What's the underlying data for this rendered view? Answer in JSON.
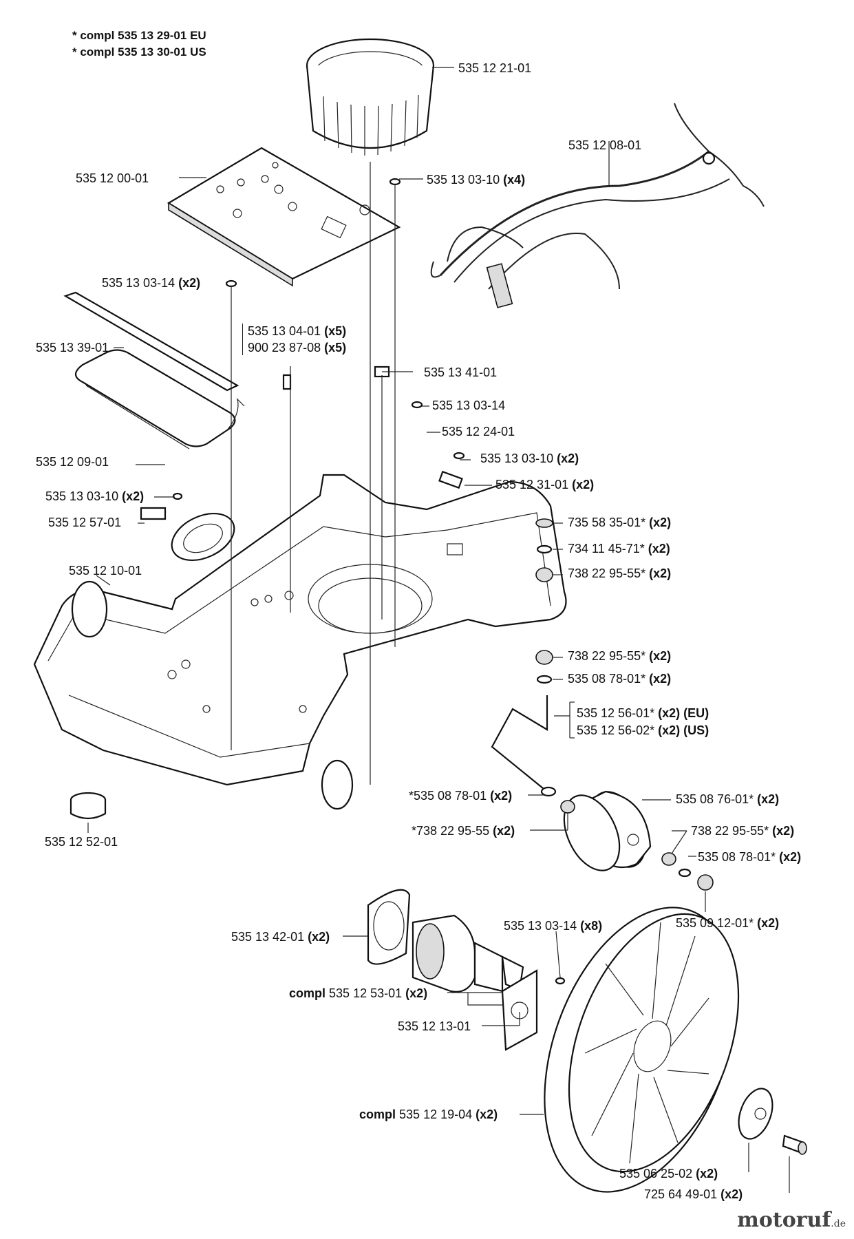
{
  "header": {
    "line1_prefix": "* compl",
    "line1_rest": "535 13 29-01 EU",
    "line2_prefix": "* compl",
    "line2_rest": "535 13 30-01 US"
  },
  "labels": {
    "p1": "535 12 21-01",
    "p2": "535 12 08-01",
    "p3": "535 12 00-01",
    "p4_num": "535 13 03-10",
    "p4_qty": "(x4)",
    "p5_num": "535 13 03-14",
    "p5_qty": "(x2)",
    "p6a_num": "535 13 04-01",
    "p6a_qty": "(x5)",
    "p6b_num": "900 23 87-08",
    "p6b_qty": "(x5)",
    "p7": "535 13 39-01",
    "p8": "535 13 41-01",
    "p9": "535 13 03-14",
    "p10": "535 12 24-01",
    "p11": "535 12 09-01",
    "p12_num": "535 13 03-10",
    "p12_qty": "(x2)",
    "p13_num": "535 12 31-01",
    "p13_qty": "(x2)",
    "p14_num": "535 13 03-10",
    "p14_qty": "(x2)",
    "p15": "535 12 57-01",
    "p16_num": "735 58 35-01*",
    "p16_qty": "(x2)",
    "p17_num": "734 11 45-71*",
    "p17_qty": "(x2)",
    "p18_num": "738 22 95-55*",
    "p18_qty": "(x2)",
    "p19": "535 12 10-01",
    "p20_num": "738 22 95-55*",
    "p20_qty": "(x2)",
    "p21_num": "535 08 78-01*",
    "p21_qty": "(x2)",
    "p22a_num": "535 12 56-01*",
    "p22a_qty": "(x2) (EU)",
    "p22b_num": "535 12 56-02*",
    "p22b_qty": "(x2) (US)",
    "p23_num": "*535 08 78-01",
    "p23_qty": "(x2)",
    "p24_num": "535 08 76-01*",
    "p24_qty": "(x2)",
    "p25_num": "*738 22 95-55",
    "p25_qty": "(x2)",
    "p26_num": "738 22 95-55*",
    "p26_qty": "(x2)",
    "p27_num": "535 08 78-01*",
    "p27_qty": "(x2)",
    "p28": "535 12 52-01",
    "p29_num": "535 09 12-01*",
    "p29_qty": "(x2)",
    "p30_num": "535 13 42-01",
    "p30_qty": "(x2)",
    "p31_num": "535 13 03-14",
    "p31_qty": "(x8)",
    "p32_prefix": "compl",
    "p32_num": "535 12 53-01",
    "p32_qty": "(x2)",
    "p33": "535 12 13-01",
    "p34_prefix": "compl",
    "p34_num": "535 12 19-04",
    "p34_qty": "(x2)",
    "p35_num": "535 06 25-02",
    "p35_qty": "(x2)",
    "p36_num": "725 64 49-01",
    "p36_qty": "(x2)"
  },
  "watermark": {
    "brand": "motoruf",
    "tld": ".de"
  }
}
